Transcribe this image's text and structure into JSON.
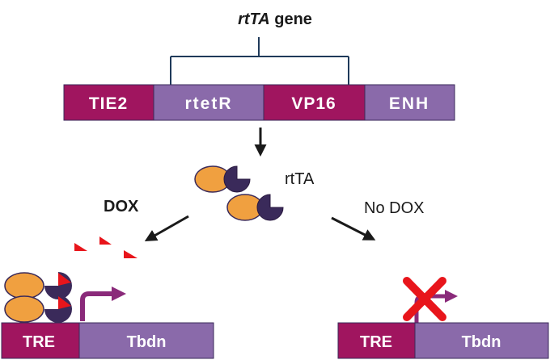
{
  "title": {
    "italic": "rtTA",
    "rest": " gene"
  },
  "construct": {
    "segments": [
      {
        "label": "TIE2",
        "color": "#a0155f"
      },
      {
        "label": "rtetR",
        "color": "#8a6aaa"
      },
      {
        "label": "VP16",
        "color": "#a0155f"
      },
      {
        "label": "ENH",
        "color": "#8a6aaa"
      }
    ]
  },
  "protein_label": "rtTA",
  "conditions": {
    "dox": {
      "label": "DOX"
    },
    "no_dox": {
      "label": "No DOX"
    }
  },
  "left_promoter": {
    "tre": "TRE",
    "gene": "Tbdn"
  },
  "right_promoter": {
    "tre": "TRE",
    "gene": "Tbdn"
  },
  "colors": {
    "magenta": "#a0155f",
    "purple": "#8a6aaa",
    "orange": "#f0a040",
    "navy": "#3a2a5a",
    "red": "#e8151b",
    "bracket": "#1f3a5a",
    "arrow": "#1a1a1a"
  }
}
